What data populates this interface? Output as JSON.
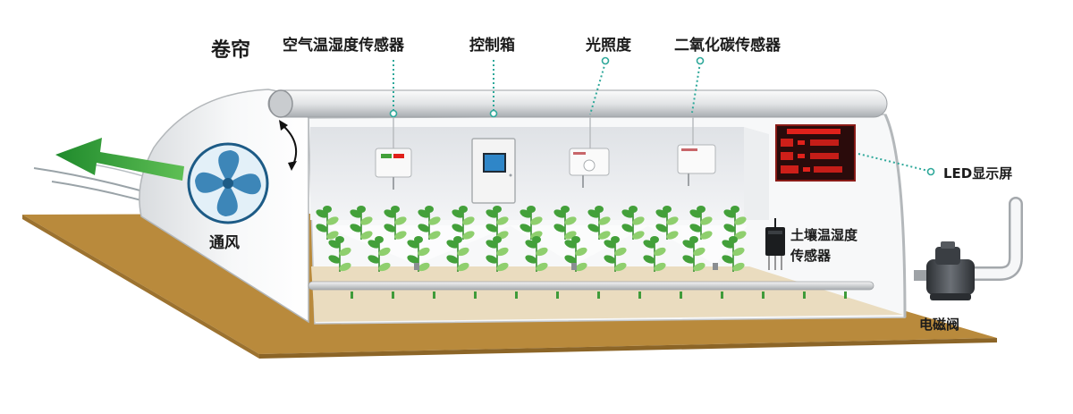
{
  "labels": {
    "curtain": "卷帘",
    "air_sensor": "空气温湿度传感器",
    "control_box": "控制箱",
    "light": "光照度",
    "co2_sensor": "二氧化碳传感器",
    "led_display": "LED显示屏",
    "ventilation": "通风",
    "soil_sensor_line1": "土壤温湿度",
    "soil_sensor_line2": "传感器",
    "solenoid_valve": "电磁阀"
  },
  "colors": {
    "ground": "#b98a3c",
    "floor": "#eadcbf",
    "plant": "#43a03a",
    "plant_light": "#8fcf6e",
    "leader_line": "#2ea89a",
    "arrow": "#2f9a3a",
    "fan": "#3d86b8",
    "led_red": "#e0211b",
    "screen_blue": "#2f86c8"
  },
  "icons": [
    "fan-icon",
    "ventilation-arrow-icon",
    "curtain-roll-arrow-icon",
    "air-sensor-icon",
    "control-box-icon",
    "light-sensor-icon",
    "co2-sensor-icon",
    "led-display-icon",
    "soil-sensor-icon",
    "solenoid-valve-icon"
  ]
}
